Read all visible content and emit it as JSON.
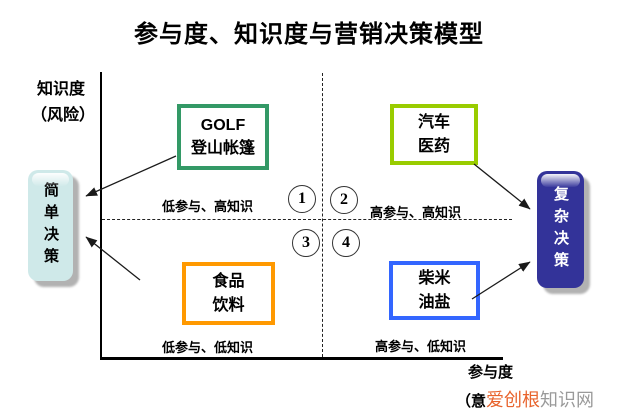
{
  "title": "参与度、知识度与营销决策模型",
  "axes": {
    "y_label_line1": "知识度",
    "y_label_line2": "（风险）",
    "x_label": "参与度"
  },
  "quadrants": {
    "q1_label": "低参与、高知识",
    "q2_label": "高参与、高知识",
    "q3_label": "低参与、低知识",
    "q4_label": "高参与、低知识",
    "circle_1": "1",
    "circle_2": "2",
    "circle_3": "3",
    "circle_4": "4"
  },
  "boxes": {
    "golf": {
      "line1": "GOLF",
      "line2": "登山帐篷",
      "border_color": "#339966"
    },
    "auto": {
      "line1": "汽车",
      "line2": "医药",
      "border_color": "#99cc00"
    },
    "food": {
      "line1": "食品",
      "line2": "饮料",
      "border_color": "#ff9900"
    },
    "daily": {
      "line1": "柴米",
      "line2": "油盐",
      "border_color": "#3366ff"
    }
  },
  "decisions": {
    "simple": {
      "label": "简单决策",
      "bg_color": "#cfe9e9",
      "text_color": "#000000"
    },
    "complex": {
      "label": "复杂决策",
      "bg_color": "#333399",
      "text_color": "#ffffff"
    }
  },
  "watermark": {
    "prefix": "（意",
    "brand": "爱创根",
    "suffix": "知识网",
    "brand_color": "#e8632c",
    "suffix_color": "#9a9a9a"
  }
}
